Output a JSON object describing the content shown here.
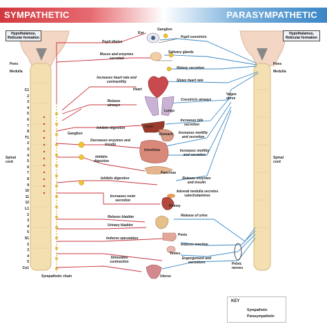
{
  "banners": {
    "left": "SYMPATHETIC",
    "right": "PARASYMPATHETIC"
  },
  "brain_boxes": {
    "left": "Hypothalamus, Reticular formation",
    "right": "Hypothalamus, Reticular formation"
  },
  "cns_labels": {
    "pons_left": "Pons",
    "medulla_left": "Medulla",
    "pons_right": "Pons",
    "medulla_right": "Medulla",
    "spinal_left": "Spinal cord",
    "spinal_right": "Spinal cord",
    "sympathetic_chain": "Sympathetic chain",
    "vagus": "Vagus nerve",
    "pelvic": "Pelvic nerves",
    "ganglion_top": "Ganglion",
    "ganglion_mid": "Ganglion"
  },
  "segments": [
    "C1",
    "2",
    "3",
    "4",
    "5",
    "6",
    "7",
    "8",
    "T1",
    "2",
    "3",
    "4",
    "5",
    "6",
    "7",
    "8",
    "9",
    "10",
    "11",
    "12",
    "L1",
    "2",
    "3",
    "4",
    "5",
    "S1",
    "2",
    "3",
    "4",
    "5",
    "Co1"
  ],
  "organs": {
    "eye": "Eye",
    "salivary": "Salivary glands",
    "heart": "Heart",
    "lungs": "Lungs",
    "liver": "Liver",
    "stomach": "Stomach",
    "intestines": "Intestines",
    "pancreas": "Pancreas",
    "adrenal": "Adrenal medulla secretes catecholamines",
    "kidney": "Kidney",
    "urinary": "Urinary bladder",
    "penis": "Penis",
    "testes": "Testes",
    "uterus": "Uterus"
  },
  "sympathetic_effects": {
    "pupil": "Pupil dilates",
    "mucus": "Mucus and enzymes secreted",
    "heart": "Increases heart rate and contractility",
    "airways": "Relaxes airways",
    "digestion1": "Inhibits digestion",
    "enzymes": "Decreases enzymes and insulin",
    "digestion2": "Inhibits digestion",
    "digestion3": "Inhibits digestion",
    "renin": "Increases renin secretion",
    "bladder": "Relaxes bladder",
    "ejaculation": "Induces ejaculation",
    "contraction": "Stimulates contraction"
  },
  "parasympathetic_effects": {
    "pupil": "Pupil constricts",
    "watery": "Watery secretion",
    "heart": "Slows heart rate",
    "airways": "Constricts airways",
    "bile": "Increases bile secretion",
    "motility": "Increases motility and secretion",
    "motility2": "Increases motility and secretion",
    "enzymes": "Release enzymes and insulin",
    "urine": "Release of urine",
    "erection": "Induces erection",
    "engorgement": "Engorgement and secretions"
  },
  "key": {
    "title": "KEY",
    "sympathetic": "Sympathetic",
    "parasympathetic": "Parasympathetic"
  },
  "colors": {
    "sympathetic": "#c8343c",
    "parasympathetic": "#3a8ac6",
    "cord": "#f3dfb0",
    "ganglion": "#f2c230"
  }
}
